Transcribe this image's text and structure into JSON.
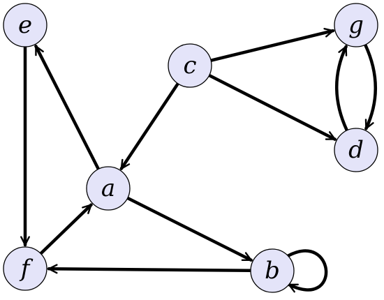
{
  "graph": {
    "node_fill": "#e4e4f9",
    "edge_color": "#000000",
    "nodes": [
      {
        "id": "e",
        "label": "e"
      },
      {
        "id": "c",
        "label": "c"
      },
      {
        "id": "g",
        "label": "g"
      },
      {
        "id": "d",
        "label": "d"
      },
      {
        "id": "a",
        "label": "a"
      },
      {
        "id": "f",
        "label": "f"
      },
      {
        "id": "b",
        "label": "b"
      }
    ],
    "edges": [
      {
        "from": "c",
        "to": "g"
      },
      {
        "from": "c",
        "to": "d"
      },
      {
        "from": "c",
        "to": "a"
      },
      {
        "from": "a",
        "to": "e"
      },
      {
        "from": "e",
        "to": "f"
      },
      {
        "from": "f",
        "to": "a"
      },
      {
        "from": "a",
        "to": "b"
      },
      {
        "from": "b",
        "to": "f"
      },
      {
        "from": "g",
        "to": "d"
      },
      {
        "from": "d",
        "to": "g"
      },
      {
        "from": "b",
        "to": "b"
      }
    ]
  }
}
